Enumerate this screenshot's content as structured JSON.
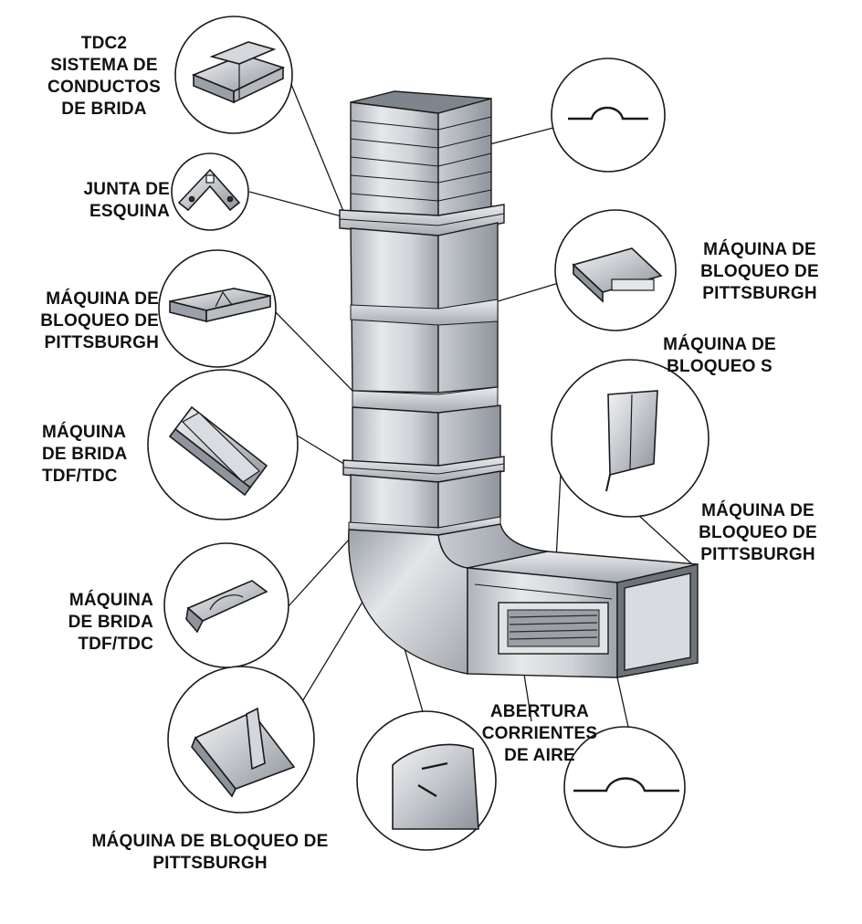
{
  "labels": {
    "tdc2": [
      "TDC2",
      "SISTEMA DE",
      "CONDUCTOS",
      "DE BRIDA"
    ],
    "junta": [
      "JUNTA DE",
      "ESQUINA"
    ],
    "pittsburgh_left": [
      "MÁQUINA DE",
      "BLOQUEO DE",
      "PITTSBURGH"
    ],
    "tdf_left_1": [
      "MÁQUINA",
      "DE BRIDA",
      "TDF/TDC"
    ],
    "tdf_left_2": [
      "MÁQUINA",
      "DE BRIDA",
      "TDF/TDC"
    ],
    "pittsburgh_bottom": [
      "MÁQUINA DE BLOQUEO DE",
      "PITTSBURGH"
    ],
    "pittsburgh_right_top": [
      "MÁQUINA DE",
      "BLOQUEO DE",
      "PITTSBURGH"
    ],
    "bloqueo_s": [
      "MÁQUINA DE",
      "BLOQUEO S"
    ],
    "pittsburgh_right_mid": [
      "MÁQUINA DE",
      "BLOQUEO DE",
      "PITTSBURGH"
    ],
    "abertura": [
      "ABERTURA",
      "CORRIENTES",
      "DE AIRE"
    ]
  },
  "colors": {
    "metal_light": "#e4e6e9",
    "metal_mid": "#b9bdc3",
    "metal_dark": "#7c8289",
    "outline": "#1a1a1a"
  }
}
